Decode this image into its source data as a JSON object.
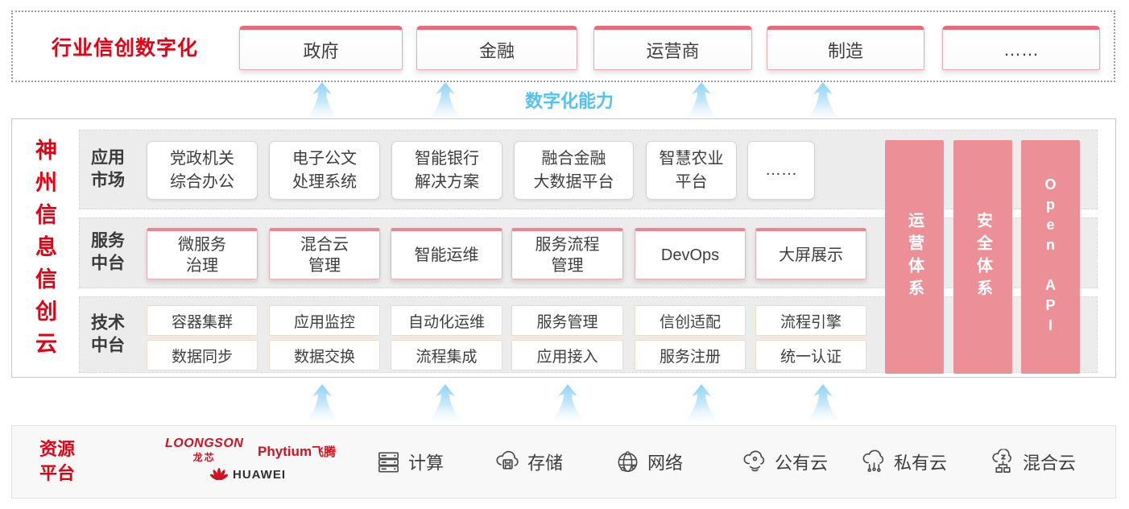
{
  "colors": {
    "accent_red": "#e60014",
    "pillar_pink": "#ec8f96",
    "capability_blue": "#55c1f3",
    "row_gray": "#ececec",
    "vendor_red": "#d0121f"
  },
  "top": {
    "title": "行业信创数字化",
    "boxes": [
      {
        "label": "政府"
      },
      {
        "label": "金融"
      },
      {
        "label": "运营商"
      },
      {
        "label": "制造"
      },
      {
        "label": "……"
      }
    ]
  },
  "capability": {
    "label": "数字化能力"
  },
  "platform": {
    "side_title": "神州信息信创云",
    "rows": [
      {
        "label": "应用\n市场",
        "items": [
          {
            "label": "党政机关\n综合办公"
          },
          {
            "label": "电子公文\n处理系统"
          },
          {
            "label": "智能银行\n解决方案"
          },
          {
            "label": "融合金融\n大数据平台"
          },
          {
            "label": "智慧农业\n平台"
          },
          {
            "label": "……"
          }
        ]
      },
      {
        "label": "服务\n中台",
        "items": [
          {
            "label": "微服务\n治理"
          },
          {
            "label": "混合云\n管理"
          },
          {
            "label": "智能运维"
          },
          {
            "label": "服务流程\n管理"
          },
          {
            "label": "DevOps"
          },
          {
            "label": "大屏展示"
          }
        ]
      },
      {
        "label": "技术\n中台",
        "items_top": [
          {
            "label": "容器集群"
          },
          {
            "label": "应用监控"
          },
          {
            "label": "自动化运维"
          },
          {
            "label": "服务管理"
          },
          {
            "label": "信创适配"
          },
          {
            "label": "流程引擎"
          }
        ],
        "items_bottom": [
          {
            "label": "数据同步"
          },
          {
            "label": "数据交换"
          },
          {
            "label": "流程集成"
          },
          {
            "label": "应用接入"
          },
          {
            "label": "服务注册"
          },
          {
            "label": "统一认证"
          }
        ]
      }
    ],
    "pillars": [
      {
        "label": "运营体系"
      },
      {
        "label": "安全体系"
      },
      {
        "label": "Open API"
      }
    ]
  },
  "resources": {
    "title": "资源\n平台",
    "vendors": [
      {
        "name": "LOONGSON",
        "sub": "龙芯"
      },
      {
        "name": "Phytium",
        "sub": "飞腾"
      },
      {
        "name": "HUAWEI"
      }
    ],
    "items": [
      {
        "icon": "compute-icon",
        "label": "计算"
      },
      {
        "icon": "storage-icon",
        "label": "存储"
      },
      {
        "icon": "network-icon",
        "label": "网络"
      },
      {
        "icon": "public-cloud-icon",
        "label": "公有云"
      },
      {
        "icon": "private-cloud-icon",
        "label": "私有云"
      },
      {
        "icon": "hybrid-cloud-icon",
        "label": "混合云"
      }
    ]
  }
}
